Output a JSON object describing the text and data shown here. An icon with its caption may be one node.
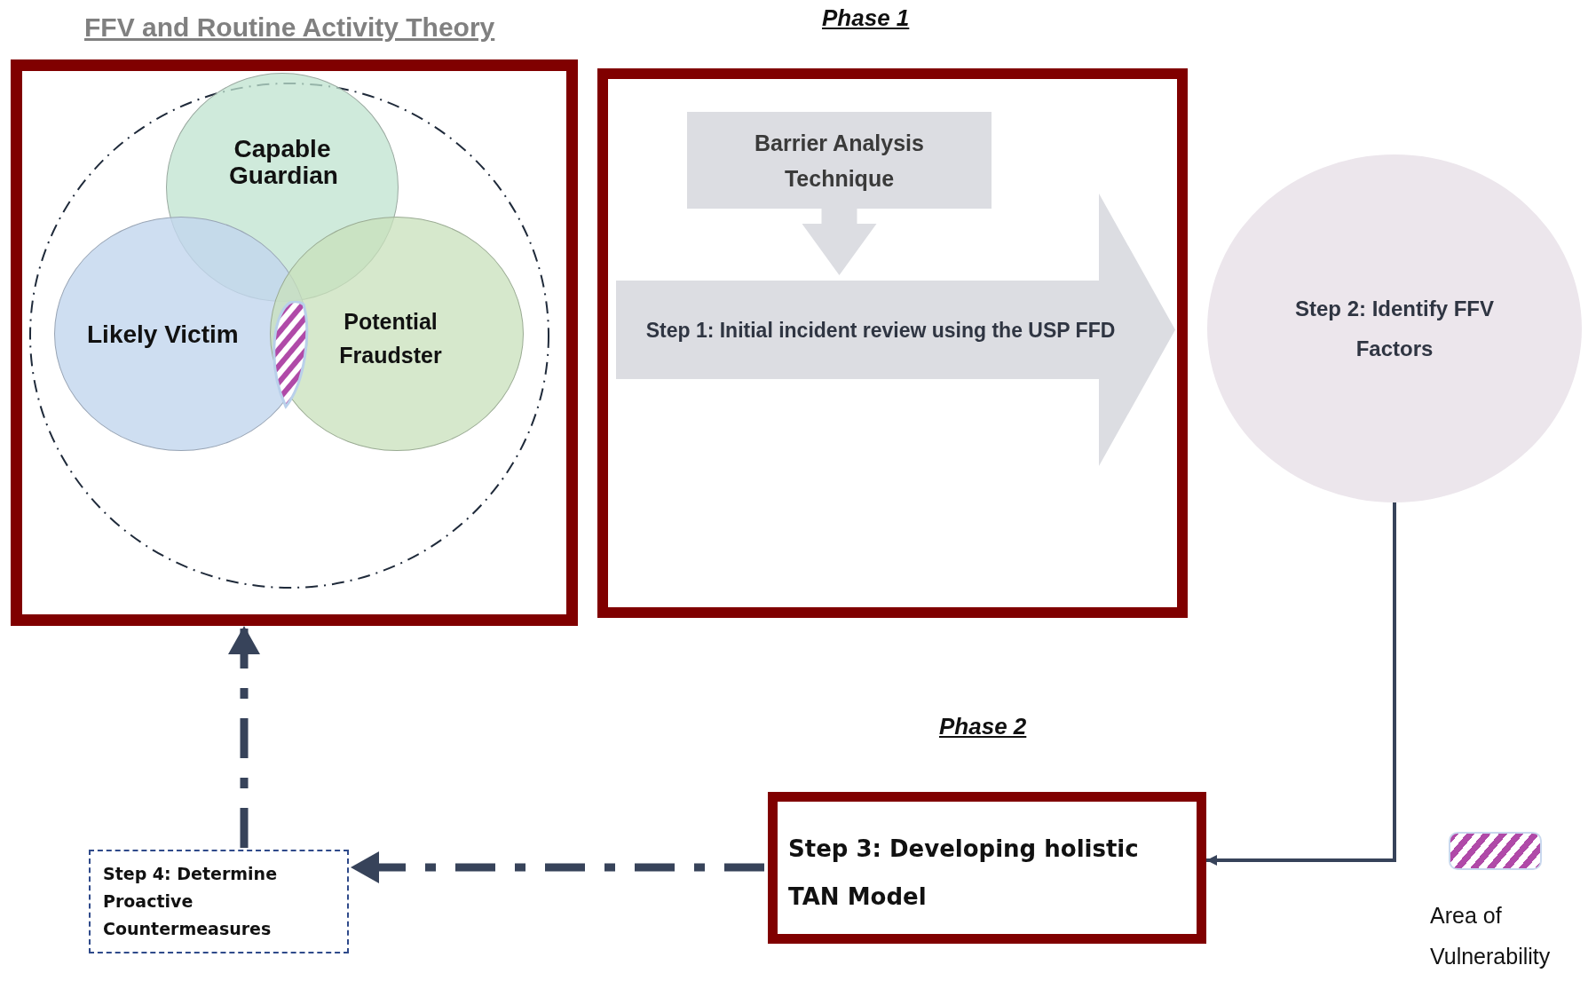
{
  "diagram": {
    "nodes": [
      {
        "text": [
          "FFV and Routine Activity Theory"
        ]
      },
      {
        "text": [],
        "shape": "circle",
        "in": 0
      },
      {
        "text": [
          "Capable Guardian"
        ],
        "in": 1
      },
      {
        "text": [
          "Likely Victim"
        ],
        "in": 1
      },
      {
        "text": [
          "Potential Fraudster"
        ],
        "in": 1
      },
      {
        "text": [],
        "shape": "box"
      },
      {
        "text": [
          "Barrier Analysis Technique"
        ],
        "in": 5
      },
      {
        "text": [
          "Step 1: Initial incident review using the USP FFD"
        ],
        "in": 5
      },
      {
        "text": [
          "Step 2: Identify FFV Factors"
        ]
      },
      {
        "text": [
          "Step 3: Developing holistic TAN Model"
        ]
      },
      {
        "text": [
          "Step 4: Determine Proactive Countermeasures"
        ]
      }
    ],
    "edges": [
      {
        "from": 6,
        "to": 7,
        "arrow": "to",
        "style": "thick",
        "color": "#dcdde2"
      },
      {
        "from": 8,
        "to": 9,
        "arrow": "to"
      },
      {
        "from": 9,
        "to": 10,
        "arrow": "to",
        "style": "dashed"
      },
      {
        "from": 10,
        "to": 0,
        "arrow": "to",
        "style": "dashed"
      }
    ],
    "labels": [
      "Phase 1",
      "Phase 2"
    ],
    "legend": [
      {
        "text": "Area of Vulnerability"
      }
    ]
  }
}
